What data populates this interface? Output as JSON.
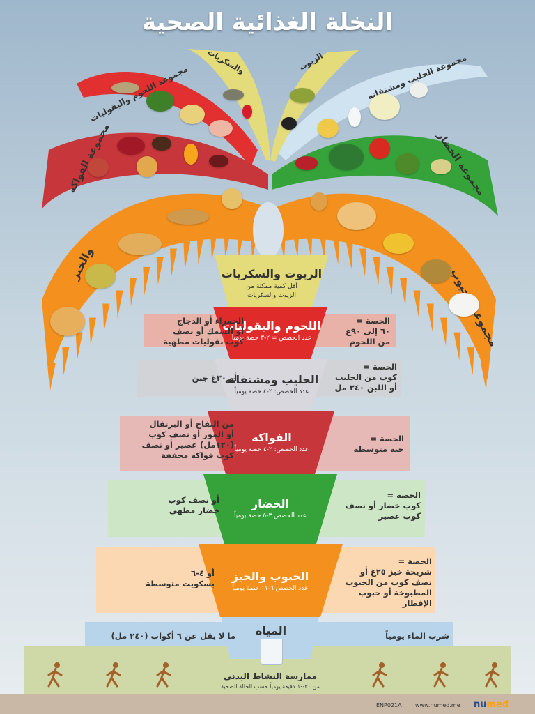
{
  "title": "النخلة الغذائية الصحية",
  "fronds": [
    {
      "label": "مجموعة اللحوم والبقوليات"
    },
    {
      "label": "والسكريات"
    },
    {
      "label": "الزيوت"
    },
    {
      "label": "مجموعة الحليب ومشتقاته"
    },
    {
      "label": "مجموعة الفواكه"
    },
    {
      "label": "مجموعة الخضار"
    },
    {
      "label": "والخبز"
    },
    {
      "label": "مجموعة الحبوب"
    }
  ],
  "tiers": {
    "oils": {
      "title": "الزيوت والسكريات",
      "sub1": "أقل كمية ممكنة من",
      "sub2": "الزيوت والسكريات"
    },
    "meat": {
      "title": "اللحوم والبقوليات",
      "sub": "عدد الحصص = ٢-٣ حصة يومياً",
      "left": "الحمراء أو الدجاج\nأو السمك أو نصف\nكوب بقوليات مطهية",
      "right": "الحصة =\n٦٠ إلى ٩٠غ\nمن اللحوم"
    },
    "milk": {
      "title": "الحليب ومشتقاته",
      "sub": "عدد الحصص: ٢-٤ حصة يومياً",
      "left": "أو ٣٠غ جبن",
      "right": "الحصة =\nكوب من الحليب\nأو اللبن ٢٤٠ مل"
    },
    "fruit": {
      "title": "الفواكه",
      "sub": "عدد الحصص: ٢-٤ حصة يومياً",
      "left": "من التفاح أو البرتقال\nأو الموز أو نصف كوب\n(١٢٠مل) عصير أو نصف\nكوب فواكه مجففة",
      "right": "الحصة =\nحبة متوسطة"
    },
    "veg": {
      "title": "الخضار",
      "sub": "عدد الحصص ٣-٥ حصة يومياً",
      "left": "أو نصف كوب\nخضار مطهي",
      "right": "الحصة =\nكوب خضار أو نصف\nكوب عصير"
    },
    "grain": {
      "title": "الحبوب والخبز",
      "sub": "عدد الحصص ٦-١١ حصة يومياً",
      "left": "أو ٤-٦\nبسكويت متوسطة",
      "right": "الحصة =\nشريحة خبز ٢٥غ أو\nنصف كوب من الحبوب\nالمطبوخة أو حبوب الإفطار"
    },
    "water": {
      "title": "المياه",
      "left": "ما لا يقل عن ٦ أكواب (٢٤٠ مل)",
      "right": "شرب الماء يومياً"
    },
    "activity": {
      "title": "ممارسة النشاط البدني",
      "sub": "من ٣٠-٦٠ دقيقة يومياً حسب الحالة الصحية"
    }
  },
  "activity_icons": [
    "cycling-icon",
    "walking-icon",
    "running-icon",
    "swimming-icon",
    "running-icon",
    "hiking-icon"
  ],
  "footer": {
    "code": "ENP021A",
    "url": "www.numed.me",
    "logo_a": "nu",
    "logo_b": "med"
  },
  "colors": {
    "oils": "#e4dc7a",
    "meat": "#e02b2b",
    "milk": "#d7d7dd",
    "fruit": "#c6363b",
    "veg": "#36a33a",
    "grain": "#f4911e",
    "water": "#b8d4ea",
    "activity": "#cfd9a8"
  }
}
